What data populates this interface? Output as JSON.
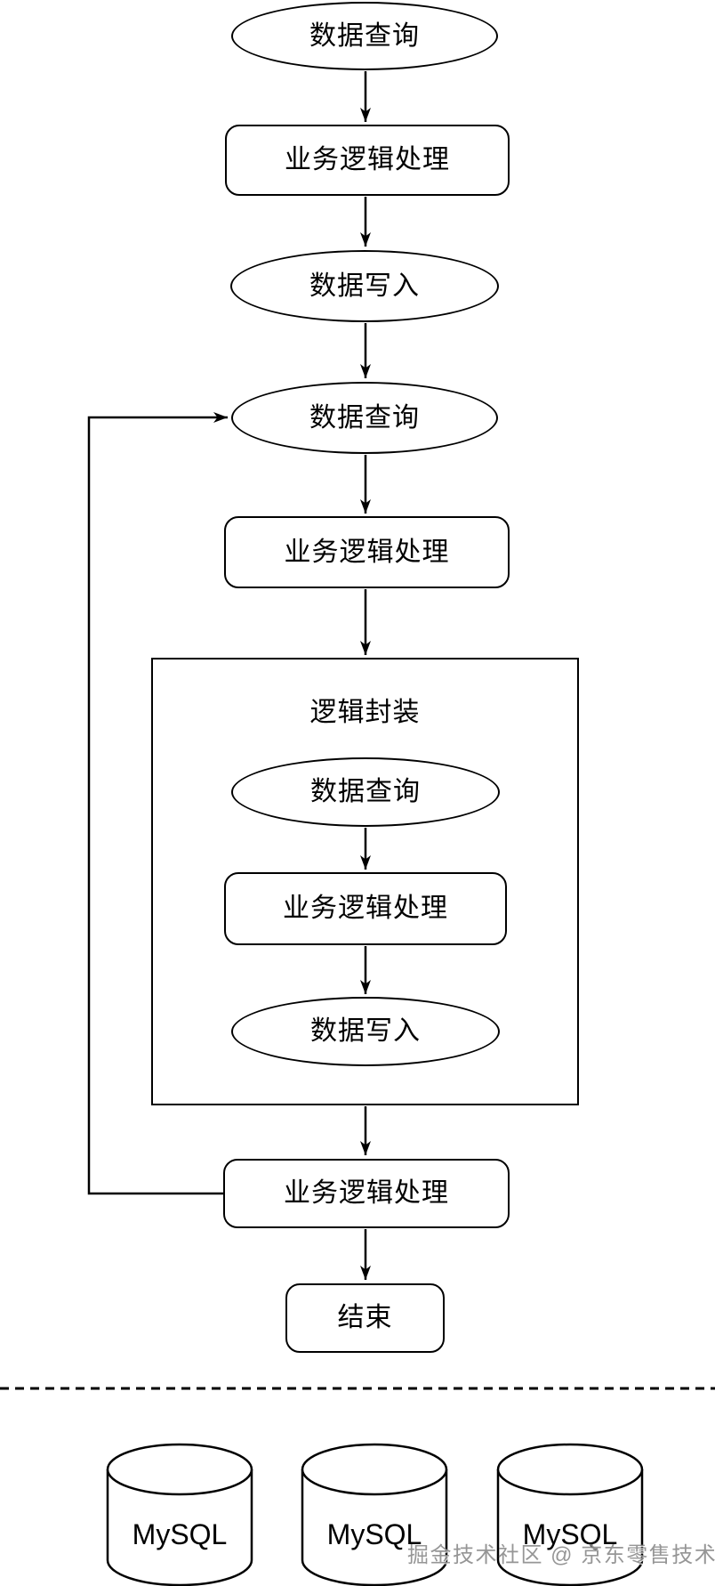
{
  "diagram": {
    "main_flow": [
      {
        "type": "ellipse",
        "label": "数据查询"
      },
      {
        "type": "process",
        "label": "业务逻辑处理"
      },
      {
        "type": "ellipse",
        "label": "数据写入"
      },
      {
        "type": "ellipse",
        "label": "数据查询"
      },
      {
        "type": "process",
        "label": "业务逻辑处理"
      }
    ],
    "group": {
      "title": "逻辑封装",
      "children": [
        {
          "type": "ellipse",
          "label": "数据查询"
        },
        {
          "type": "process",
          "label": "业务逻辑处理"
        },
        {
          "type": "ellipse",
          "label": "数据写入"
        }
      ]
    },
    "after_group": [
      {
        "type": "process",
        "label": "业务逻辑处理"
      },
      {
        "type": "terminator",
        "label": "结束"
      }
    ]
  },
  "databases": [
    {
      "label": "MySQL"
    },
    {
      "label": "MySQL"
    },
    {
      "label": "MySQL"
    }
  ],
  "watermark": {
    "text": "掘金技术社区 @ 京东零售技术"
  },
  "colors": {
    "stroke": "#000000",
    "node_fill": "#ffffff",
    "background": "#ffffff",
    "watermark_text": "#8b8b8b"
  }
}
